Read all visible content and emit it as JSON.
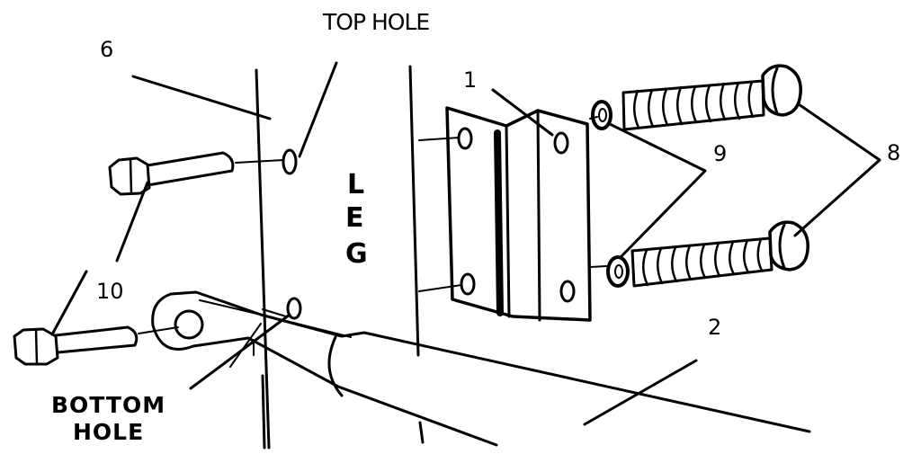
{
  "labels": {
    "top_hole": "TOP HOLE",
    "bottom_hole_line1": "BOTTOM",
    "bottom_hole_line2": "HOLE",
    "leg_letter_1": "L",
    "leg_letter_2": "E",
    "leg_letter_3": "G"
  },
  "callouts": {
    "part_1": "1",
    "part_2": "2",
    "part_6": "6",
    "part_8": "8",
    "part_9": "9",
    "part_10": "10"
  }
}
